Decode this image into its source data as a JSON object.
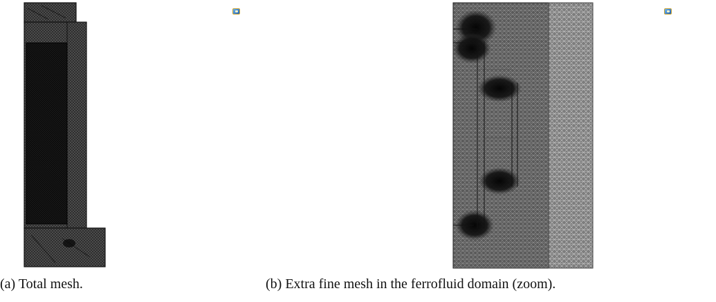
{
  "figure": {
    "panel_a": {
      "caption": "(a) Total mesh.",
      "image": "total-mesh-geometry"
    },
    "panel_b": {
      "caption": "(b) Extra fine mesh in the ferrofluid domain (zoom).",
      "image": "ferrofluid-fine-mesh-zoom"
    },
    "icons": [
      "corner-marker-icon",
      "corner-marker-icon"
    ],
    "colors": {
      "mesh_dark": "#0d0d0d",
      "mesh_mid": "#2a2a2a",
      "mesh_light": "#7a7a7a",
      "icon_blue": "#1b5fb4"
    }
  }
}
